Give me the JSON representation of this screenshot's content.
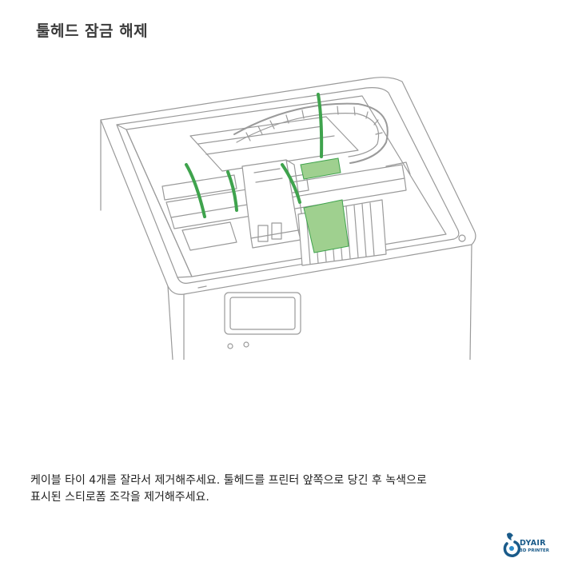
{
  "page": {
    "title": "툴헤드 잠금 해제",
    "instruction_line1": "케이블 타이 4개를 잘라서 제거해주세요. 툴헤드를 프린터 앞쪽으로 당긴 후 녹색으로",
    "instruction_line2": "표시된 스티로폼 조각을 제거해주세요."
  },
  "logo": {
    "name": "DYAIR",
    "tagline": "3D PRINTER",
    "color": "#1a5b8a",
    "icon": "dyair-logo-icon"
  },
  "illustration": {
    "icon": "printer-toolhead-illustration",
    "highlight_color": "#3fa34d",
    "foam_color": "#9fd08f"
  }
}
